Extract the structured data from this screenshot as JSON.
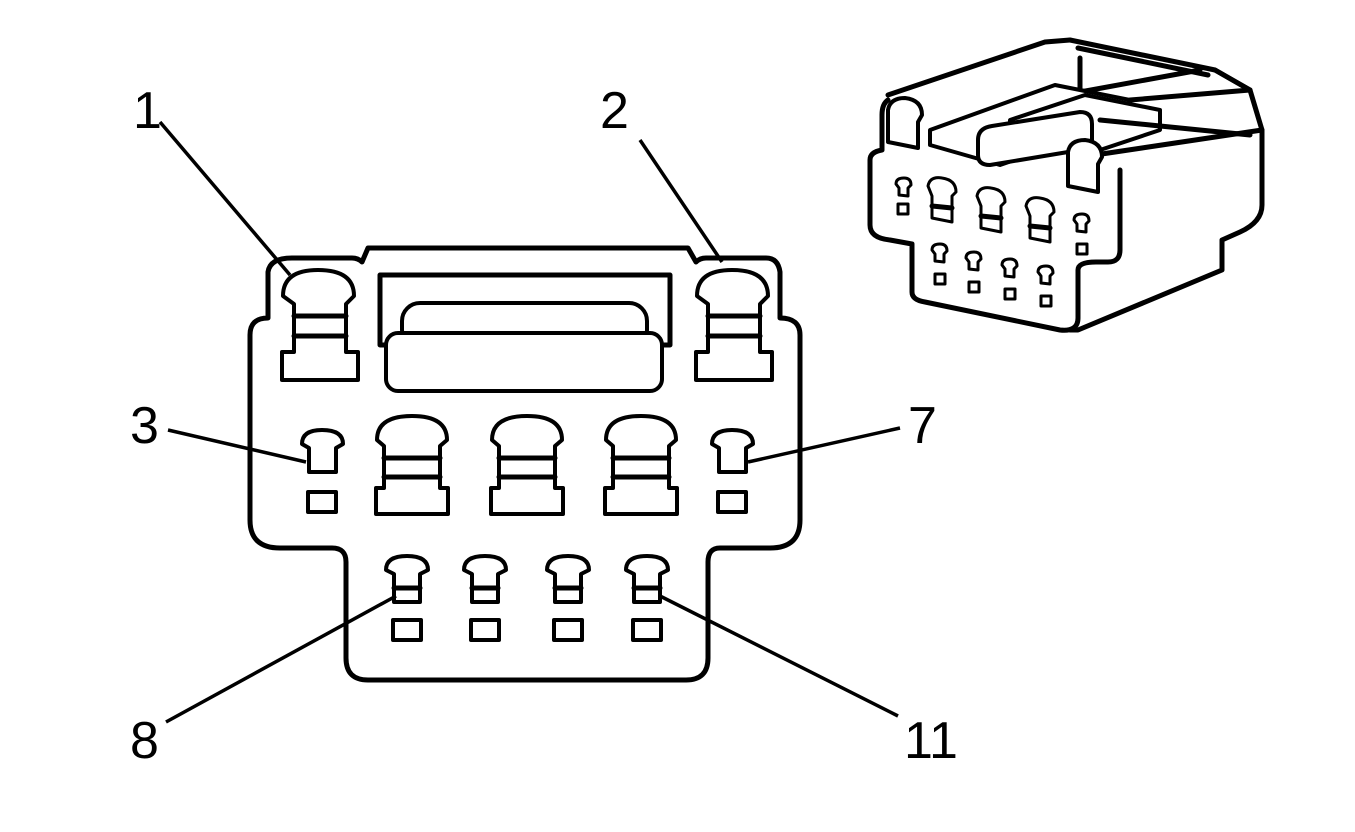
{
  "diagram": {
    "pin_labels": {
      "pin1": "1",
      "pin2": "2",
      "pin3": "3",
      "pin7": "7",
      "pin8": "8",
      "pin11": "11"
    },
    "colors": {
      "line": "#000000",
      "background": "#ffffff"
    }
  }
}
